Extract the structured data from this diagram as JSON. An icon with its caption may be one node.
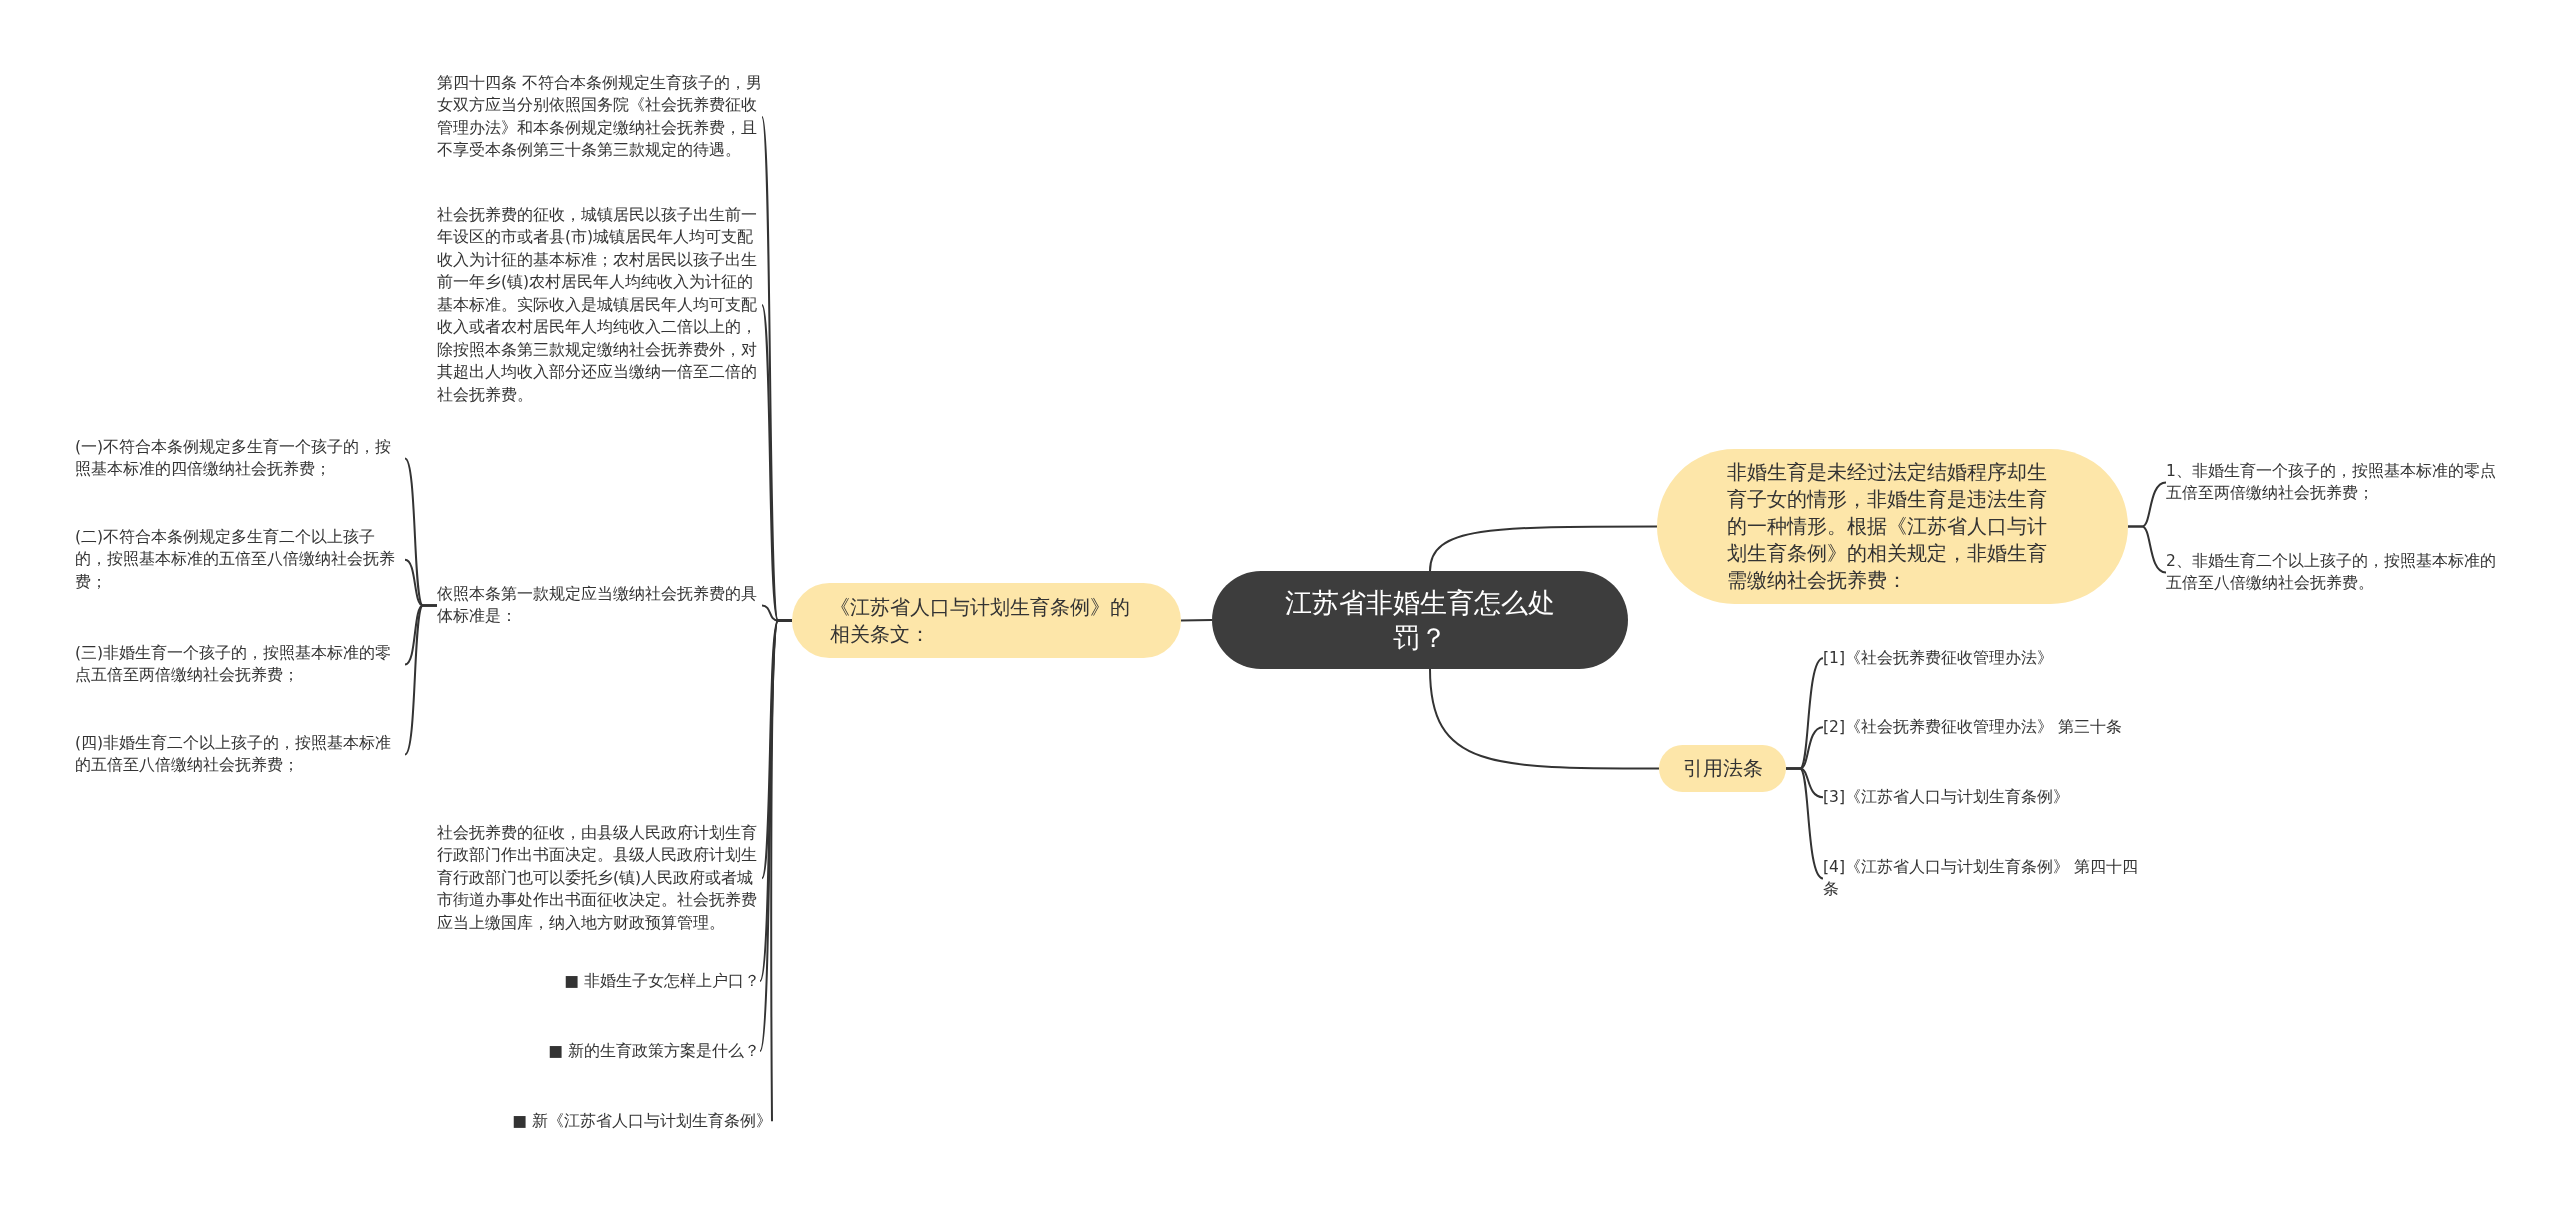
{
  "diagram": {
    "nodes": [
      {
        "text": [
          "江苏省非婚生育怎么处罚？"
        ]
      },
      {
        "text": [
          "《江苏省人口与计划生育条例》的相关条文："
        ]
      },
      {
        "text": [
          "非婚生育是未经过法定结婚程序却生育子女的情形，非婚生育是违法生育的一种情形。根据《江苏省人口与计划生育条例》的相关规定，非婚生育需缴纳社会抚养费："
        ]
      },
      {
        "text": [
          "引用法条"
        ]
      },
      {
        "text": [
          "第四十四条 不符合本条例规定生育孩子的，男女双方应当分别依照国务院《社会抚养费征收管理办法》和本条例规定缴纳社会抚养费，且不享受本条例第三十条第三款规定的待遇。"
        ]
      },
      {
        "text": [
          "社会抚养费的征收，城镇居民以孩子出生前一年设区的市或者县(市)城镇居民年人均可支配收入为计征的基本标准；农村居民以孩子出生前一年乡(镇)农村居民年人均纯收入为计征的基本标准。实际收入是城镇居民年人均可支配收入或者农村居民年人均纯收入二倍以上的，除按照本条第三款规定缴纳社会抚养费外，对其超出人均收入部分还应当缴纳一倍至二倍的社会抚养费。"
        ]
      },
      {
        "text": [
          "依照本条第一款规定应当缴纳社会抚养费的具体标准是："
        ]
      },
      {
        "text": [
          "社会抚养费的征收，由县级人民政府计划生育行政部门作出书面决定。县级人民政府计划生育行政部门也可以委托乡(镇)人民政府或者城市街道办事处作出书面征收决定。社会抚养费应当上缴国库，纳入地方财政预算管理。"
        ]
      },
      {
        "text": [
          "■ 非婚生子女怎样上户口？"
        ]
      },
      {
        "text": [
          "■ 新的生育政策方案是什么？"
        ]
      },
      {
        "text": [
          "■ 新《江苏省人口与计划生育条例》"
        ]
      },
      {
        "text": [
          "(一)不符合本条例规定多生育一个孩子的，按照基本标准的四倍缴纳社会抚养费；"
        ]
      },
      {
        "text": [
          "(二)不符合本条例规定多生育二个以上孩子的，按照基本标准的五倍至八倍缴纳社会抚养费；"
        ]
      },
      {
        "text": [
          "(三)非婚生育一个孩子的，按照基本标准的零点五倍至两倍缴纳社会抚养费；"
        ]
      },
      {
        "text": [
          "(四)非婚生育二个以上孩子的，按照基本标准的五倍至八倍缴纳社会抚养费；"
        ]
      },
      {
        "text": [
          "1、非婚生育一个孩子的，按照基本标准的零点五倍至两倍缴纳社会抚养费；"
        ]
      },
      {
        "text": [
          "2、非婚生育二个以上孩子的，按照基本标准的五倍至八倍缴纳社会抚养费。"
        ]
      },
      {
        "text": [
          "[1]《社会抚养费征收管理办法》"
        ]
      },
      {
        "text": [
          "[2]《社会抚养费征收管理办法》 第三十条"
        ]
      },
      {
        "text": [
          "[3]《江苏省人口与计划生育条例》"
        ]
      },
      {
        "text": [
          "[4]《江苏省人口与计划生育条例》 第四十四条"
        ]
      }
    ],
    "edges": [
      {
        "from": 0,
        "to": 1,
        "arrow": "none"
      },
      {
        "from": 0,
        "to": 2,
        "arrow": "none"
      },
      {
        "from": 0,
        "to": 3,
        "arrow": "none"
      },
      {
        "from": 1,
        "to": 4,
        "arrow": "none"
      },
      {
        "from": 1,
        "to": 5,
        "arrow": "none"
      },
      {
        "from": 1,
        "to": 6,
        "arrow": "none"
      },
      {
        "from": 1,
        "to": 7,
        "arrow": "none"
      },
      {
        "from": 1,
        "to": 8,
        "arrow": "none"
      },
      {
        "from": 1,
        "to": 9,
        "arrow": "none"
      },
      {
        "from": 1,
        "to": 10,
        "arrow": "none"
      },
      {
        "from": 6,
        "to": 11,
        "arrow": "none"
      },
      {
        "from": 6,
        "to": 12,
        "arrow": "none"
      },
      {
        "from": 6,
        "to": 13,
        "arrow": "none"
      },
      {
        "from": 6,
        "to": 14,
        "arrow": "none"
      },
      {
        "from": 2,
        "to": 15,
        "arrow": "none"
      },
      {
        "from": 2,
        "to": 16,
        "arrow": "none"
      },
      {
        "from": 3,
        "to": 17,
        "arrow": "none"
      },
      {
        "from": 3,
        "to": 18,
        "arrow": "none"
      },
      {
        "from": 3,
        "to": 19,
        "arrow": "none"
      },
      {
        "from": 3,
        "to": 20,
        "arrow": "none"
      }
    ]
  }
}
